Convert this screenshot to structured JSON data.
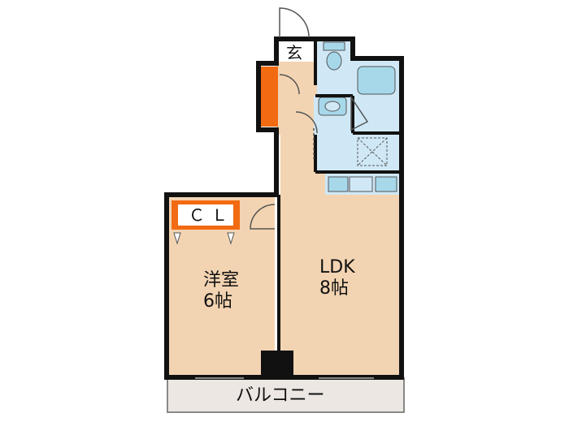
{
  "rooms": {
    "genkan": "玄",
    "closet": "ＣＬ",
    "western_room": {
      "name": "洋室",
      "size": "6帖"
    },
    "ldk": {
      "name": "LDK",
      "size": "8帖"
    },
    "balcony": "バルコニー"
  },
  "colors": {
    "room_fill": "#f3d4b2",
    "wet_area_fill": "#d0e8f6",
    "fixture_fill": "#a6d8ea",
    "storage_fill": "#f26a12",
    "balcony_fill": "#ece7e2",
    "wall": "#111111"
  }
}
